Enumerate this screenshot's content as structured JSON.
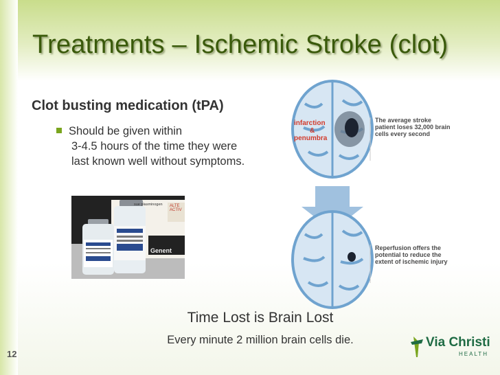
{
  "slide": {
    "title": "Treatments – Ischemic Stroke (clot)",
    "subheading": "Clot busting medication (tPA)",
    "bullet_first_line": "Should be given within",
    "bullet_continuation": "3-4.5 hours of the time they were last known well without symptoms.",
    "footer_line1": "Time Lost is Brain Lost",
    "footer_line2": "Every minute 2 million brain cells die.",
    "page_number": "12"
  },
  "figure": {
    "label_infarction": "infarction",
    "label_amp": "&",
    "label_penumbra": "penumbra",
    "callout_top": "The average stroke patient loses 32,000 brain cells every second",
    "callout_bottom": "Reperfusion offers the potential to reduce the extent of ischemic injury"
  },
  "photo": {
    "box_text": "sue plasminogen",
    "brand_text": "Genent",
    "vial_label": "ALTE ACTIV"
  },
  "logo": {
    "name": "Via Christi",
    "sub": "HEALTH"
  },
  "colors": {
    "title": "#3a5a0b",
    "band": "#c9dd8b",
    "bullet": "#7aa51e",
    "brain_blue": "#6fa3cf",
    "arrow": "#8fb6d9",
    "logo_green": "#1f6b44"
  }
}
